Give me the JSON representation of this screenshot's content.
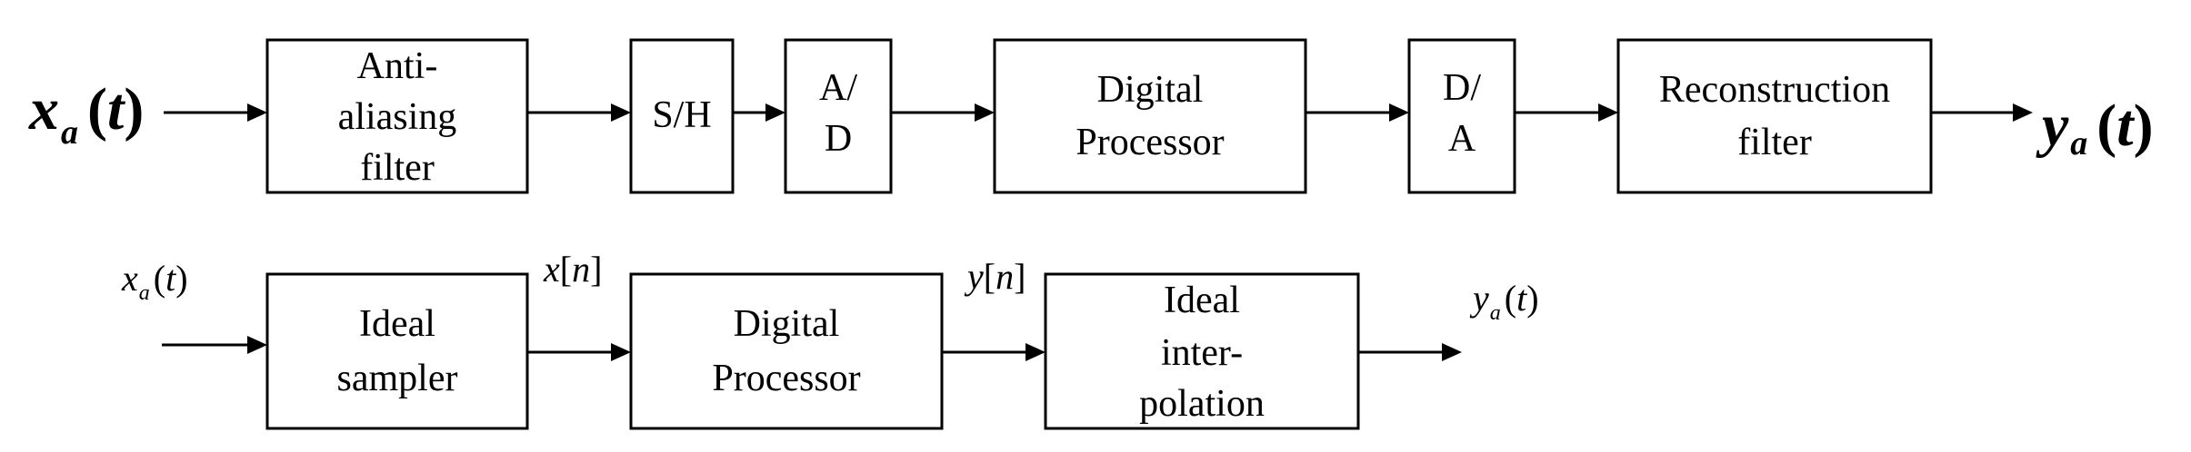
{
  "top_chain": {
    "input": {
      "sym": "x",
      "sub": "a",
      "arg": "t"
    },
    "output": {
      "sym": "y",
      "sub": "a",
      "arg": "t"
    },
    "blocks": {
      "anti_aliasing": [
        "Anti-",
        "aliasing",
        "filter"
      ],
      "sample_hold": [
        "S/H"
      ],
      "adc": [
        "A/",
        "D"
      ],
      "digital_processor": [
        "Digital",
        "Processor"
      ],
      "dac": [
        "D/",
        "A"
      ],
      "reconstruction": [
        "Reconstruction",
        "filter"
      ]
    }
  },
  "bottom_chain": {
    "input": {
      "sym": "x",
      "sub": "a",
      "arg": "t"
    },
    "xn": {
      "sym": "x",
      "arg": "n"
    },
    "yn": {
      "sym": "y",
      "arg": "n"
    },
    "output": {
      "sym": "y",
      "sub": "a",
      "arg": "t"
    },
    "blocks": {
      "ideal_sampler": [
        "Ideal",
        "sampler"
      ],
      "digital_processor": [
        "Digital",
        "Processor"
      ],
      "ideal_interpolation": [
        "Ideal",
        "inter-",
        "polation"
      ]
    }
  }
}
